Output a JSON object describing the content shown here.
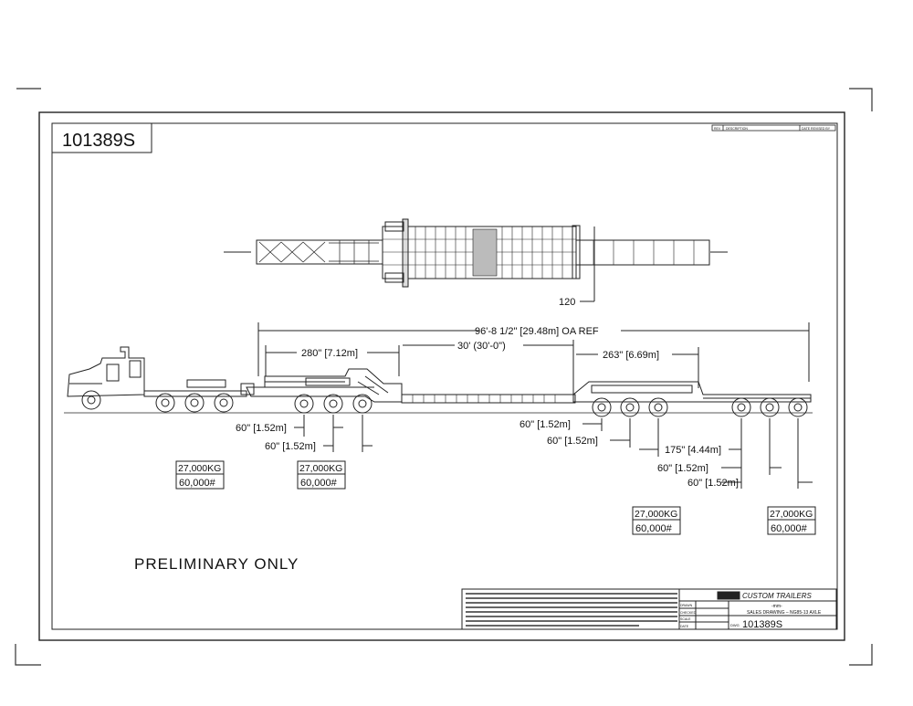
{
  "drawing_number": "101389S",
  "revision_header": {
    "rev": "REV",
    "description": "DESCRIPTION",
    "date_revised_by": "DATE REVISED BY"
  },
  "dimensions": {
    "plan_width": "120",
    "overall_length": "96'-8 1/2\" [29.48m] OA REF",
    "front_section": "280\" [7.12m]",
    "deck_length": "30' (30'-0\")",
    "rear_section": "263\" [6.69m]",
    "front_spacing_1": "60\" [1.52m]",
    "front_spacing_2": "60\" [1.52m]",
    "rear_spacing_1": "60\" [1.52m]",
    "rear_spacing_2": "60\" [1.52m]",
    "rear_gap": "175\" [4.44m]",
    "rear_spacing_3": "60\" [1.52m]",
    "rear_spacing_4": "60\" [1.52m]"
  },
  "axle_loads": [
    {
      "kg": "27,000KG",
      "lb": "60,000#"
    },
    {
      "kg": "27,000KG",
      "lb": "60,000#"
    },
    {
      "kg": "27,000KG",
      "lb": "60,000#"
    },
    {
      "kg": "27,000KG",
      "lb": "60,000#"
    }
  ],
  "stamp": "PRELIMINARY ONLY",
  "title_block": {
    "company": "CUSTOM TRAILERS",
    "subtitle": "-mm-",
    "drawing_title": "SALES DRAWING – NG85-13 AXLE",
    "drawn": "DRAWN",
    "checked": "CHECKED",
    "scale": "SCALE",
    "date": "DATE",
    "dwg_no_label": "DWG",
    "dwg_no": "101389S"
  }
}
